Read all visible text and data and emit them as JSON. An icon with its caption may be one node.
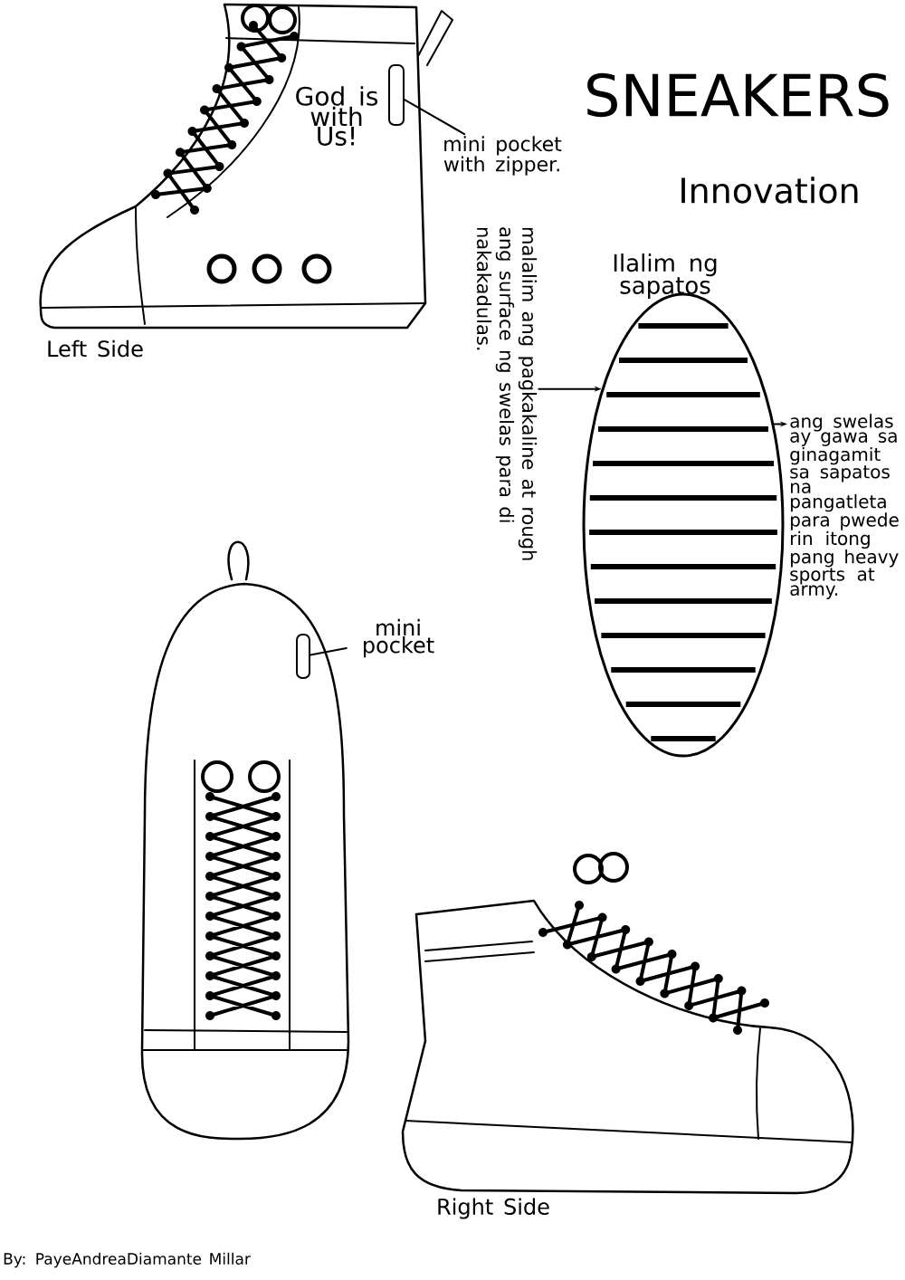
{
  "diagram": {
    "title": "SNEAKERS",
    "nodes": [
      {
        "text": [
          "mini pocket with zipper."
        ]
      },
      {
        "text": [],
        "shape": "box"
      },
      {
        "text": [
          "mini pocket"
        ]
      },
      {
        "text": [],
        "shape": "box"
      },
      {
        "text": [
          "malalim ang pagkakaline at rough ang surface ng swelas para di nakakadulas."
        ]
      },
      {
        "text": [],
        "shape": "picture"
      },
      {
        "text": [
          "ang swelas ay gawa sa ginagamit sa sapatos na pangatleta para pwede rin itong pang heavy sports at army."
        ]
      }
    ],
    "edges": [
      {
        "from": 0,
        "to": 1,
        "arrow": "none"
      },
      {
        "from": 2,
        "to": 3,
        "arrow": "none"
      },
      {
        "from": 4,
        "to": 5,
        "arrow": "to"
      },
      {
        "from": 5,
        "to": 6,
        "arrow": "to"
      }
    ],
    "labels": [
      "God is with Us!",
      "Innovation",
      "Ilalim ng sapatos",
      "Left Side",
      "Right Side",
      "By: PayeAndreaDiamante Millar"
    ]
  }
}
